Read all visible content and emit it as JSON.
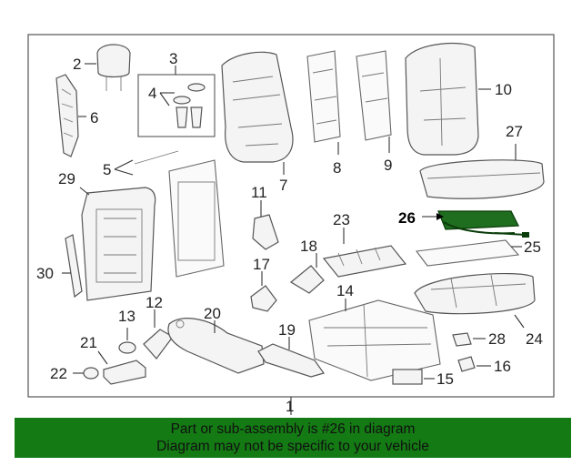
{
  "callouts": {
    "c1": "1",
    "c2": "2",
    "c3": "3",
    "c4": "4",
    "c5": "5",
    "c6": "6",
    "c7": "7",
    "c8": "8",
    "c9": "9",
    "c10": "10",
    "c11": "11",
    "c12": "12",
    "c13": "13",
    "c14": "14",
    "c15": "15",
    "c16": "16",
    "c17": "17",
    "c18": "18",
    "c19": "19",
    "c20": "20",
    "c21": "21",
    "c22": "22",
    "c23": "23",
    "c24": "24",
    "c25": "25",
    "c26": "26",
    "c27": "27",
    "c28": "28",
    "c29": "29",
    "c30": "30"
  },
  "banner": {
    "line1": "Part or sub-assembly is #26 in diagram",
    "line2": "Diagram may not be specific to your vehicle"
  },
  "colors": {
    "banner": "#147a14",
    "highlight": "#1f6d1f"
  }
}
